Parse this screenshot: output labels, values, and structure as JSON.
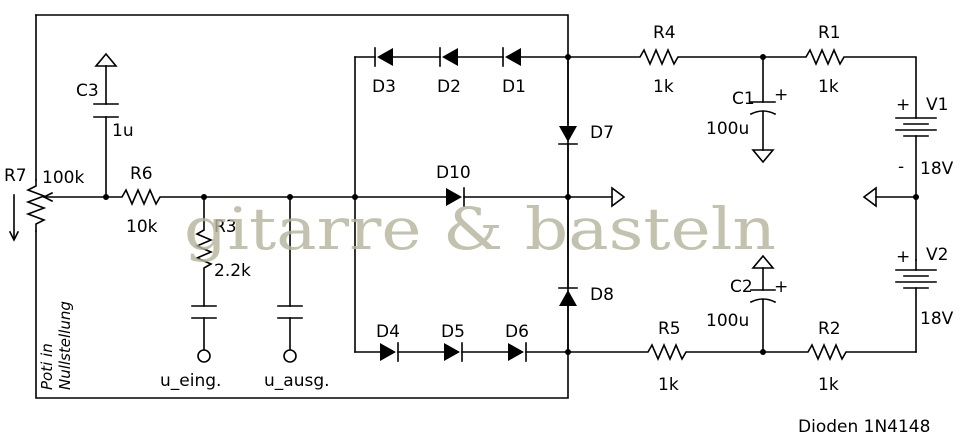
{
  "labels": {
    "r7": "R7",
    "r7_val": "100k",
    "r6": "R6",
    "r6_val": "10k",
    "r3": "R3",
    "r3_val": "2.2k",
    "c3": "C3",
    "c3_val": "1u",
    "r4": "R4",
    "r4_val": "1k",
    "r1": "R1",
    "r1_val": "1k",
    "r5": "R5",
    "r5_val": "1k",
    "r2": "R2",
    "r2_val": "1k",
    "c1": "C1",
    "c1_val": "100u",
    "c1_pol": "+",
    "c2": "C2",
    "c2_val": "100u",
    "c2_pol": "+",
    "v1": "V1",
    "v1_val": "18V",
    "v1_plus": "+",
    "v1_minus": "-",
    "v2": "V2",
    "v2_val": "18V",
    "v2_plus": "+",
    "d1": "D1",
    "d2": "D2",
    "d3": "D3",
    "d4": "D4",
    "d5": "D5",
    "d6": "D6",
    "d7": "D7",
    "d8": "D8",
    "d10": "D10",
    "u_in": "u_eing.",
    "u_out": "u_ausg.",
    "poti_line1": "Poti in",
    "poti_line2": "Nullstellung",
    "diodes_note": "Dioden 1N4148"
  },
  "watermark": "gitarre & basteln",
  "colors": {
    "ink": "#000000",
    "watermark": "#b4b49c"
  }
}
